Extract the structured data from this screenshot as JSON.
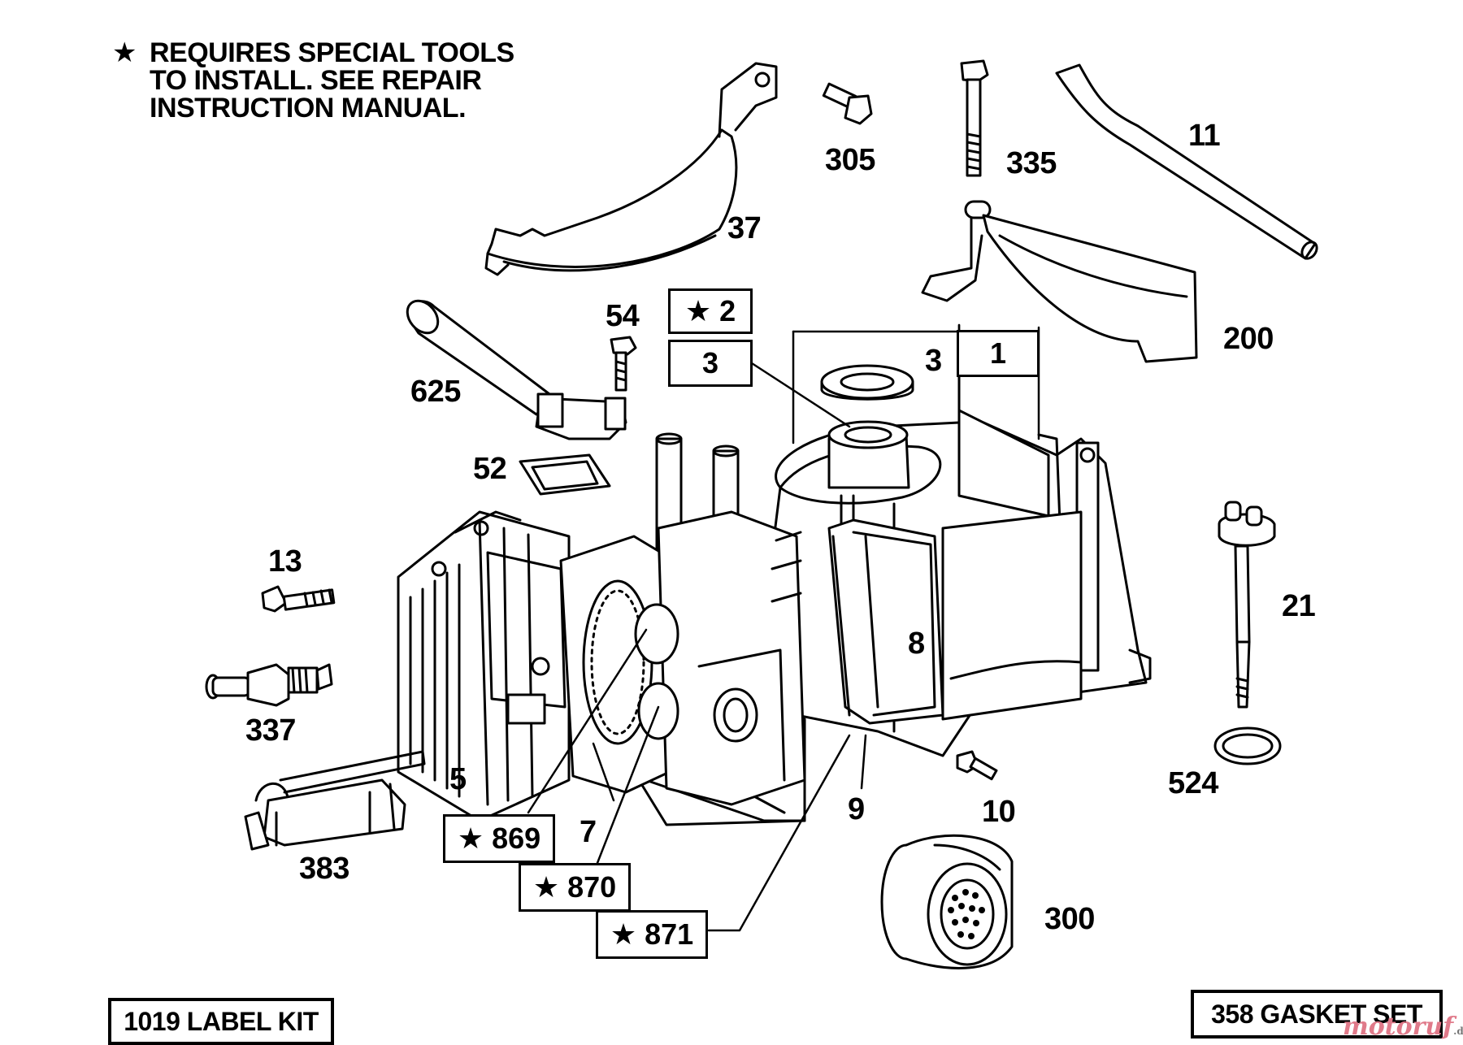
{
  "note": {
    "star": "★",
    "lines": [
      "REQUIRES SPECIAL TOOLS",
      "TO INSTALL.  SEE REPAIR",
      "INSTRUCTION MANUAL."
    ]
  },
  "parts": {
    "p37": "37",
    "p305": "305",
    "p335": "335",
    "p11": "11",
    "p200": "200",
    "p54": "54",
    "p625": "625",
    "p52": "52",
    "p13": "13",
    "p337": "337",
    "p383": "383",
    "p5": "5",
    "p7": "7",
    "p8": "8",
    "p9": "9",
    "p10": "10",
    "p21": "21",
    "p524": "524",
    "p300": "300",
    "p3": "3"
  },
  "boxes": {
    "b2": "★ 2",
    "b3": "3",
    "b1": "1",
    "b869": "★ 869",
    "b870": "★ 870",
    "b871": "★ 871"
  },
  "kits": {
    "label_kit": "1019 LABEL KIT",
    "gasket_set": "358 GASKET SET"
  },
  "watermark": {
    "brand": "motoruf",
    "tld": ".de"
  },
  "colors": {
    "ink": "#000000",
    "paper": "#ffffff",
    "watermark": "#e07a8a"
  }
}
